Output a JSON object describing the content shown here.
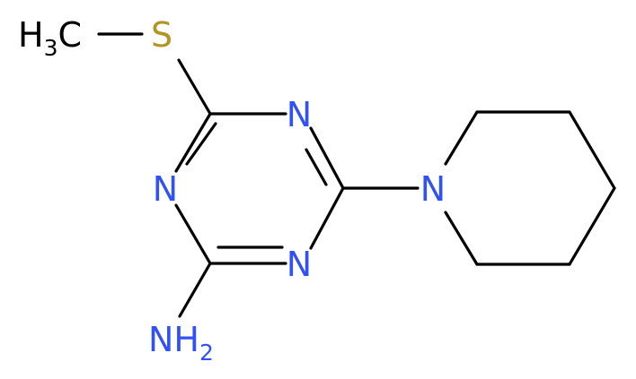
{
  "molecule": {
    "atoms": [
      {
        "id": "c_methyl",
        "element": "C",
        "label": "H",
        "sub": "3",
        "suffix": "C",
        "color": "#000000"
      },
      {
        "id": "s",
        "element": "S",
        "label": "S",
        "color": "#b39424"
      },
      {
        "id": "n_top",
        "element": "N",
        "label": "N",
        "color": "#3050f8"
      },
      {
        "id": "n_left",
        "element": "N",
        "label": "N",
        "color": "#3050f8"
      },
      {
        "id": "n_bottom",
        "element": "N",
        "label": "N",
        "color": "#3050f8"
      },
      {
        "id": "n_pip",
        "element": "N",
        "label": "N",
        "color": "#3050f8"
      },
      {
        "id": "nh2",
        "element": "N",
        "label": "NH",
        "sub": "2",
        "color": "#3050f8"
      }
    ]
  }
}
